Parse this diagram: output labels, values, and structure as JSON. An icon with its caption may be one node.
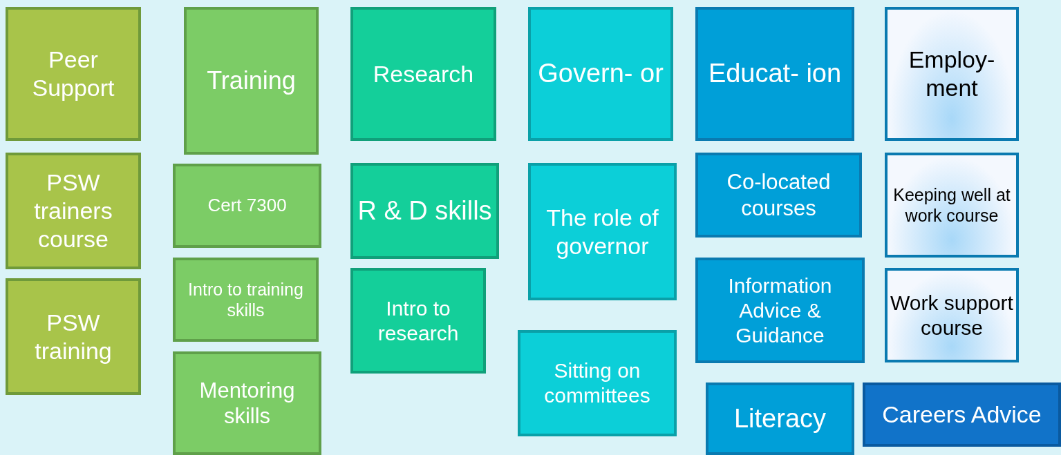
{
  "diagram": {
    "nodes": [
      {
        "text": [
          "Peer Support"
        ]
      },
      {
        "text": [
          "PSW trainers course"
        ]
      },
      {
        "text": [
          "PSW training"
        ]
      },
      {
        "text": [
          "Training"
        ]
      },
      {
        "text": [
          "Cert 7300"
        ]
      },
      {
        "text": [
          "Intro to training skills"
        ]
      },
      {
        "text": [
          "Mentoring skills"
        ]
      },
      {
        "text": [
          "Research"
        ]
      },
      {
        "text": [
          "R & D skills"
        ]
      },
      {
        "text": [
          "Intro to research"
        ]
      },
      {
        "text": [
          "Govern- or"
        ]
      },
      {
        "text": [
          "The role of governor"
        ]
      },
      {
        "text": [
          "Sitting on committees"
        ]
      },
      {
        "text": [
          "Educat- ion"
        ]
      },
      {
        "text": [
          "Co-located courses"
        ]
      },
      {
        "text": [
          "Information Advice & Guidance"
        ]
      },
      {
        "text": [
          "Literacy"
        ]
      },
      {
        "text": [
          "Careers Advice"
        ]
      },
      {
        "text": [
          "Employ- ment"
        ]
      },
      {
        "text": [
          "Keeping well at work course"
        ]
      },
      {
        "text": [
          "Work support course"
        ]
      }
    ]
  }
}
